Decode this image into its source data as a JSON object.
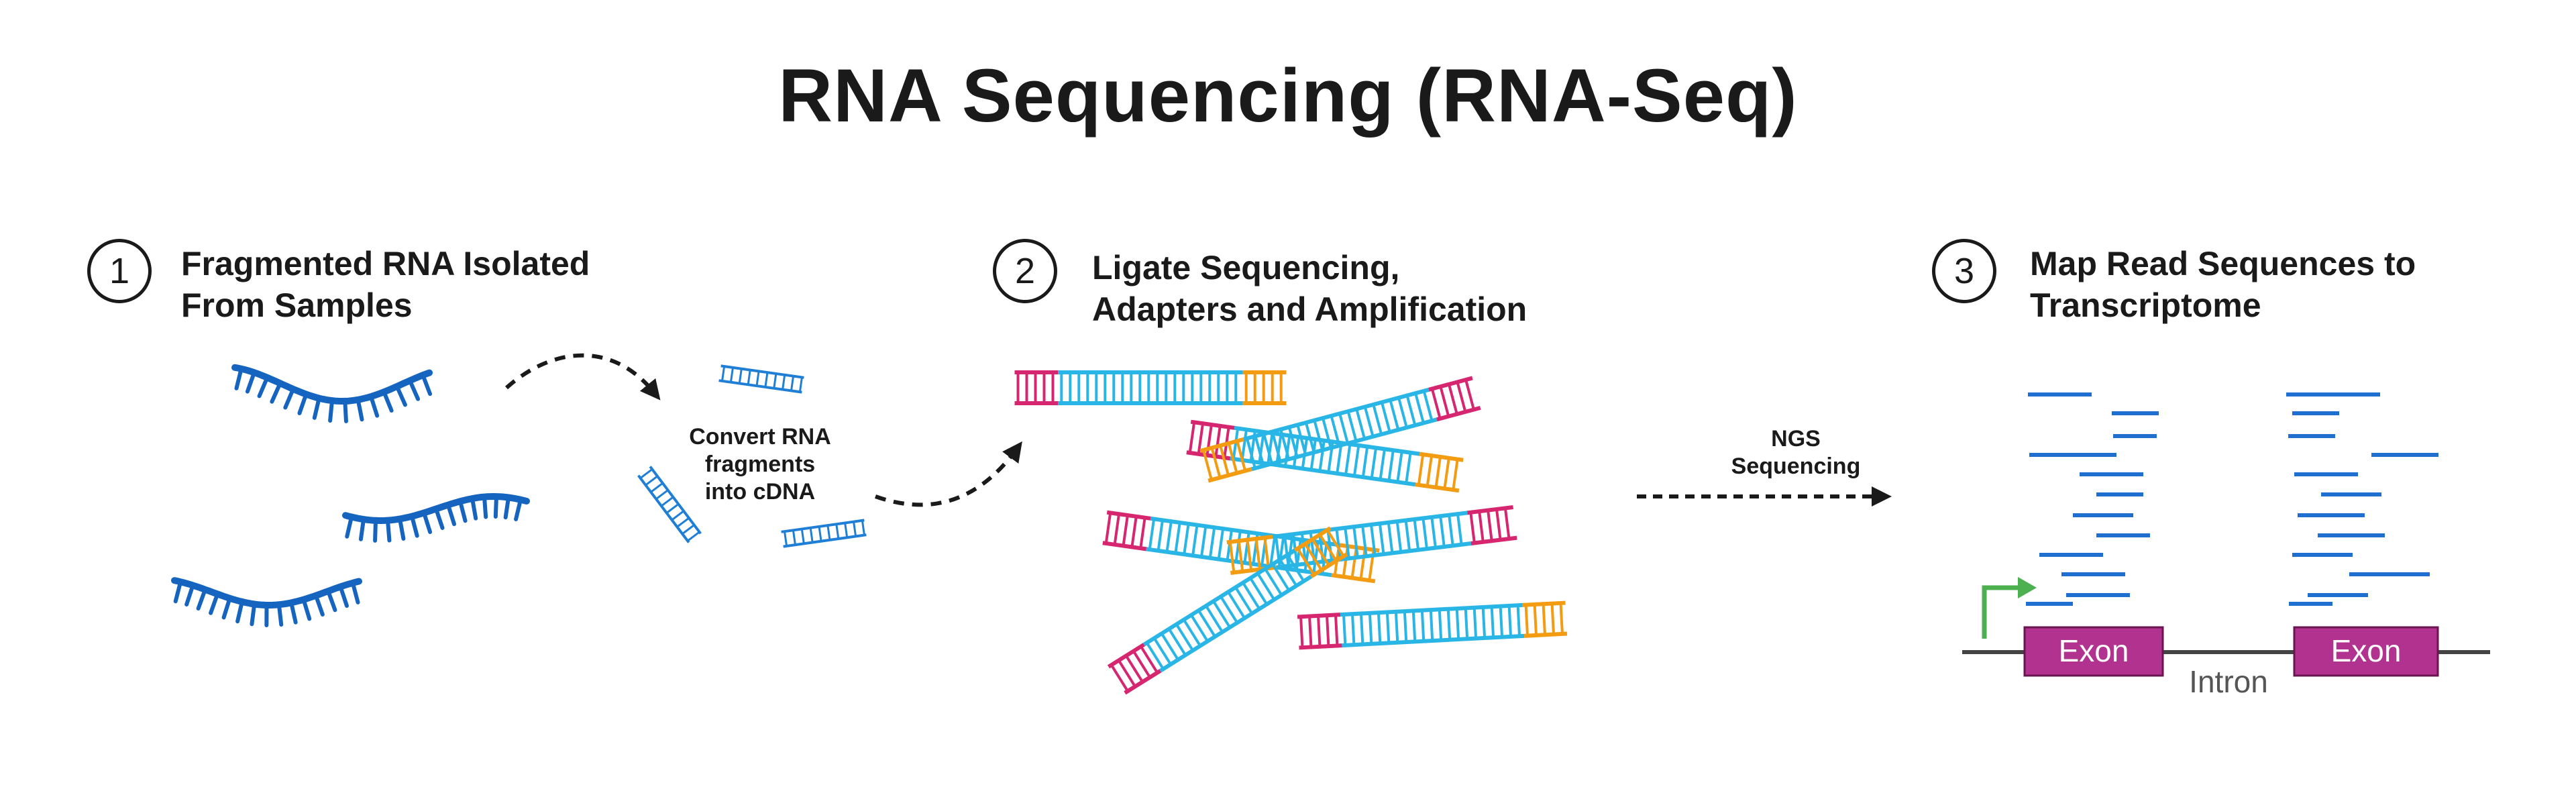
{
  "title": "RNA Sequencing (RNA-Seq)",
  "steps": [
    {
      "number": "1",
      "title_lines": [
        "Fragmented RNA Isolated",
        "From Samples"
      ]
    },
    {
      "number": "2",
      "title_lines": [
        "Ligate Sequencing,",
        "Adapters and Amplification"
      ]
    },
    {
      "number": "3",
      "title_lines": [
        "Map Read Sequences to",
        "Transcriptome"
      ]
    }
  ],
  "annotations": {
    "convert_lines": [
      "Convert RNA",
      "fragments",
      "into cDNA"
    ],
    "ngs_lines": [
      "NGS",
      "Sequencing"
    ]
  },
  "gene_model": {
    "exon_label": "Exon",
    "intron_label": "Intron"
  },
  "colors": {
    "rna_blue": "#1565c0",
    "cdna_blue": "#1f7fd6",
    "strand_cyan": "#29b6e6",
    "adapter_magenta": "#d6266f",
    "adapter_orange": "#f39c12",
    "read_blue": "#1f6fd1",
    "exon_purple": "#b2338f",
    "tss_green": "#4caf50",
    "text_dark": "#1a1a1a"
  }
}
